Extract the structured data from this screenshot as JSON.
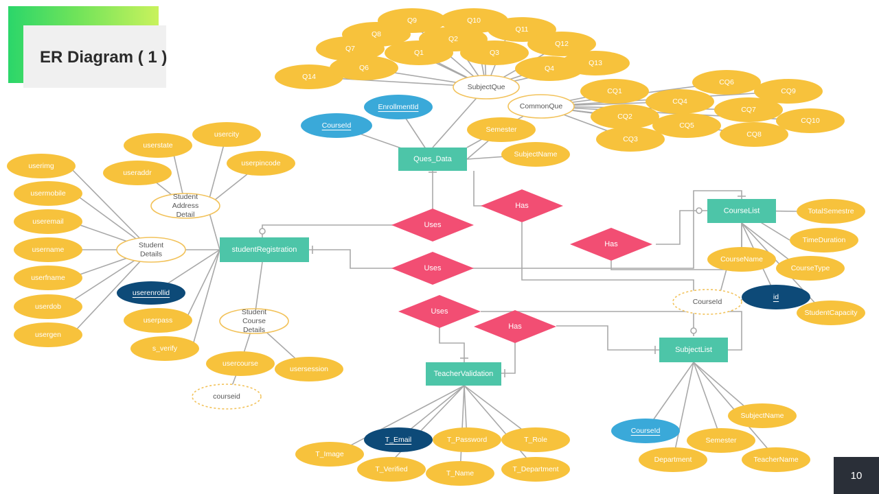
{
  "slide": {
    "title": "ER Diagram ( 1 )",
    "page_number": "10"
  },
  "colors": {
    "entity": "#4dc5a8",
    "relationship": "#f24e73",
    "attribute": "#f7c23c",
    "key_attribute_light": "#3aa9d9",
    "key_attribute_dark": "#0d4a78",
    "composite_attribute_border": "#f2c25a",
    "line": "#a8a8a8"
  },
  "entities": {
    "ques_data": "Ques_Data",
    "student_registration": "studentRegistration",
    "course_list": "CourseList",
    "subject_list": "SubjectList",
    "teacher_validation": "TeacherValidation"
  },
  "relationships": {
    "uses_1": "Uses",
    "uses_2": "Uses",
    "uses_3": "Uses",
    "has_1": "Has",
    "has_2": "Has",
    "has_3": "Has"
  },
  "ques_data_attrs": {
    "subject_que": "SubjectQue",
    "common_que": "CommonQue",
    "enrollment_id": "EnrollmentId",
    "course_id": "CourseId",
    "semester": "Semester",
    "subject_name": "SubjectName",
    "q1": "Q1",
    "q2": "Q2",
    "q3": "Q3",
    "q4": "Q4",
    "q6": "Q6",
    "q7": "Q7",
    "q8": "Q8",
    "q9": "Q9",
    "q10": "Q10",
    "q11": "Q11",
    "q12": "Q12",
    "q13": "Q13",
    "q14": "Q14",
    "cq1": "CQ1",
    "cq2": "CQ2",
    "cq3": "CQ3",
    "cq4": "CQ4",
    "cq5": "CQ5",
    "cq6": "CQ6",
    "cq7": "CQ7",
    "cq8": "CQ8",
    "cq9": "CQ9",
    "cq10": "CQ10"
  },
  "student_attrs": {
    "student_details": "Student\nDetails",
    "student_address_detail": "Student\nAddress\nDetail",
    "student_course_details": "Student\nCourse\nDetails",
    "userimg": "userimg",
    "usermobile": "usermobile",
    "useremail": "useremail",
    "username": "username",
    "userfname": "userfname",
    "userdob": "userdob",
    "usergen": "usergen",
    "userstate": "userstate",
    "usercity": "usercity",
    "useraddr": "useraddr",
    "userpincode": "userpincode",
    "userenrollid": "userenrollid",
    "userpass": "userpass",
    "s_verify": "s_verify",
    "usercourse": "usercourse",
    "usersession": "usersession",
    "courseid": "courseid"
  },
  "course_attrs": {
    "total_semestre": "TotalSemestre",
    "time_duration": "TimeDuration",
    "course_name": "CourseName",
    "course_type": "CourseType",
    "id": "id",
    "student_capacity": "StudentCapacity",
    "course_id": "CourseId"
  },
  "subject_attrs": {
    "course_id": "CourseId",
    "subject_name": "SubjectName",
    "semester": "Semester",
    "department": "Department",
    "teacher_name": "TeacherName"
  },
  "teacher_attrs": {
    "t_email": "T_Email",
    "t_password": "T_Password",
    "t_role": "T_Role",
    "t_image": "T_Image",
    "t_verified": "T_Verified",
    "t_name": "T_Name",
    "t_department": "T_Department"
  }
}
